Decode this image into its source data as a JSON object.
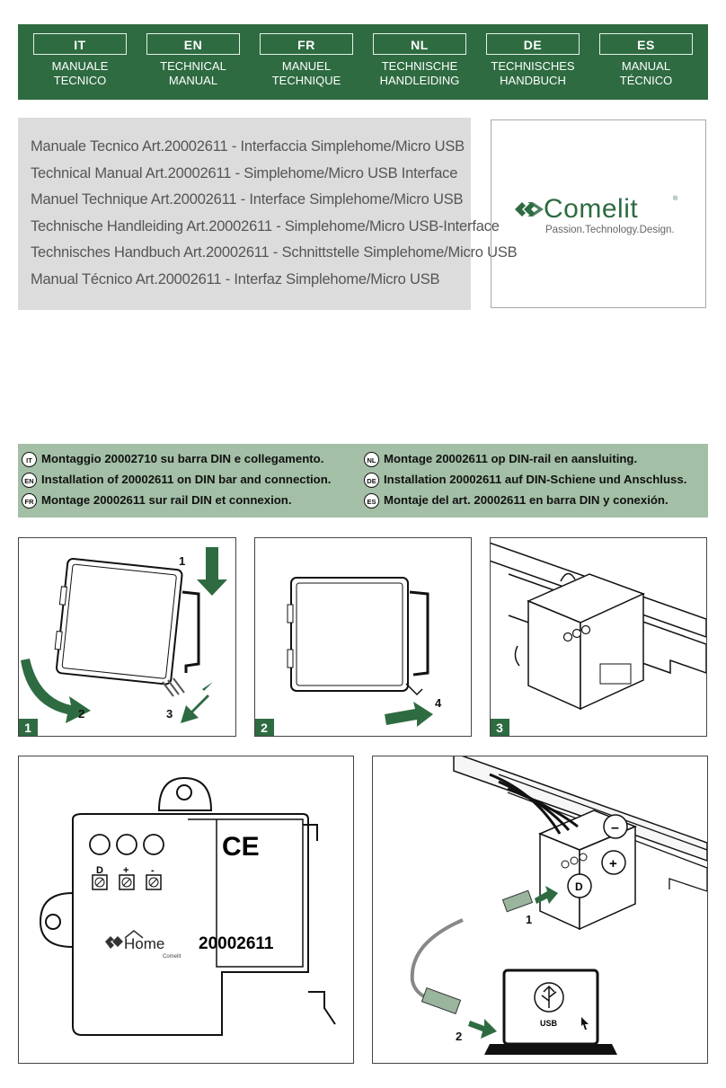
{
  "languages": [
    {
      "code": "IT",
      "title_line1": "MANUALE",
      "title_line2": "TECNICO"
    },
    {
      "code": "EN",
      "title_line1": "TECHNICAL",
      "title_line2": "MANUAL"
    },
    {
      "code": "FR",
      "title_line1": "MANUEL",
      "title_line2": "TECHNIQUE"
    },
    {
      "code": "NL",
      "title_line1": "TECHNISCHE",
      "title_line2": "HANDLEIDING"
    },
    {
      "code": "DE",
      "title_line1": "TECHNISCHES",
      "title_line2": "HANDBUCH"
    },
    {
      "code": "ES",
      "title_line1": "MANUAL",
      "title_line2": "TÉCNICO"
    }
  ],
  "titles": [
    "Manuale Tecnico Art.20002611 - Interfaccia Simplehome/Micro USB",
    "Technical Manual Art.20002611 - Simplehome/Micro USB Interface",
    "Manuel Technique Art.20002611 - Interface Simplehome/Micro USB",
    "Technische Handleiding Art.20002611 - Simplehome/Micro USB-Interface",
    "Technisches Handbuch Art.20002611 - Schnittstelle Simplehome/Micro USB",
    "Manual Técnico Art.20002611 - Interfaz Simplehome/Micro USB"
  ],
  "logo": {
    "brand": "Comelit",
    "registered": "®",
    "tagline": "Passion.Technology.Design."
  },
  "installation": {
    "left": [
      {
        "lang": "IT",
        "text": "Montaggio 20002710 su barra DIN e collegamento."
      },
      {
        "lang": "EN",
        "text": "Installation of 20002611 on DIN bar and connection."
      },
      {
        "lang": "FR",
        "text": "Montage 20002611 sur rail DIN et connexion."
      }
    ],
    "right": [
      {
        "lang": "NL",
        "text": "Montage 20002611 op DIN-rail en aansluiting."
      },
      {
        "lang": "DE",
        "text": "Installation 20002611 auf DIN-Schiene und Anschluss."
      },
      {
        "lang": "ES",
        "text": "Montaje del art. 20002611 en barra DIN y conexión."
      }
    ]
  },
  "figures": {
    "fig1": {
      "step": "1",
      "labels": [
        "1",
        "2",
        "3"
      ]
    },
    "fig2": {
      "step": "2",
      "labels": [
        "4"
      ]
    },
    "fig3": {
      "step": "3"
    },
    "device": {
      "terminal_d": "D",
      "terminal_plus": "+",
      "terminal_minus": "-",
      "ce_mark": "CE",
      "brand_small": "Home",
      "brand_maker": "Comelit",
      "model": "20002611"
    },
    "connection": {
      "minus": "–",
      "plus": "+",
      "d": "D",
      "step1": "1",
      "step2": "2",
      "usb": "USB"
    }
  },
  "colors": {
    "brand_green": "#2e6b41",
    "banner_light_green": "#a3bfa6",
    "title_grey": "#dcdcdc"
  }
}
